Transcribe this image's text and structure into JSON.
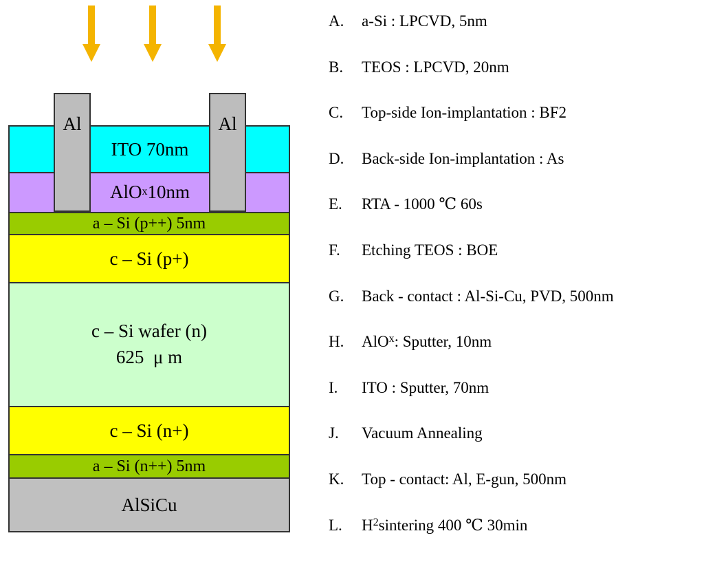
{
  "colors": {
    "arrow": "#f4b400",
    "ito": "#00ffff",
    "alox": "#cc99ff",
    "a_si_p": "#99cc00",
    "c_si_p": "#ffff00",
    "wafer": "#ccffcc",
    "c_si_n": "#ffff00",
    "a_si_n": "#99cc00",
    "alsicu": "#c0c0c0",
    "al": "#bdbdbd"
  },
  "diagram": {
    "al_left": "Al",
    "al_right": "Al",
    "ito": "ITO 70nm",
    "alox_main": "AlO",
    "alox_sub": "x",
    "alox_rest": " 10nm",
    "a_si_p": "a – Si (p++) 5nm",
    "c_si_p": "c – Si (p+)",
    "wafer_line1": "c – Si  wafer (n)",
    "wafer_line2": "625  μ m",
    "c_si_n": "c – Si (n+)",
    "a_si_n": "a – Si (n++) 5nm",
    "alsicu": "AlSiCu"
  },
  "steps": [
    {
      "letter": "A.",
      "text": "a-Si : LPCVD, 5nm"
    },
    {
      "letter": "B.",
      "text": "TEOS : LPCVD, 20nm"
    },
    {
      "letter": "C.",
      "text": "Top-side Ion-implantation : BF2"
    },
    {
      "letter": "D.",
      "text": "Back-side Ion-implantation : As"
    },
    {
      "letter": "E.",
      "text": "RTA - 1000 ℃ 60s"
    },
    {
      "letter": "F.",
      "text": "Etching TEOS : BOE"
    },
    {
      "letter": "G.",
      "text": "Back - contact : Al-Si-Cu, PVD, 500nm"
    },
    {
      "letter": "H.",
      "pre": "AlO",
      "sub": "x",
      "post": ": Sputter, 10nm"
    },
    {
      "letter": "I.",
      "text": "ITO : Sputter, 70nm"
    },
    {
      "letter": "J.",
      "text": "Vacuum Annealing"
    },
    {
      "letter": "K.",
      "text": "Top - contact: Al, E-gun, 500nm"
    },
    {
      "letter": "L.",
      "pre": "H",
      "sub": "2",
      "post": " sintering  400 ℃ 30min"
    }
  ]
}
